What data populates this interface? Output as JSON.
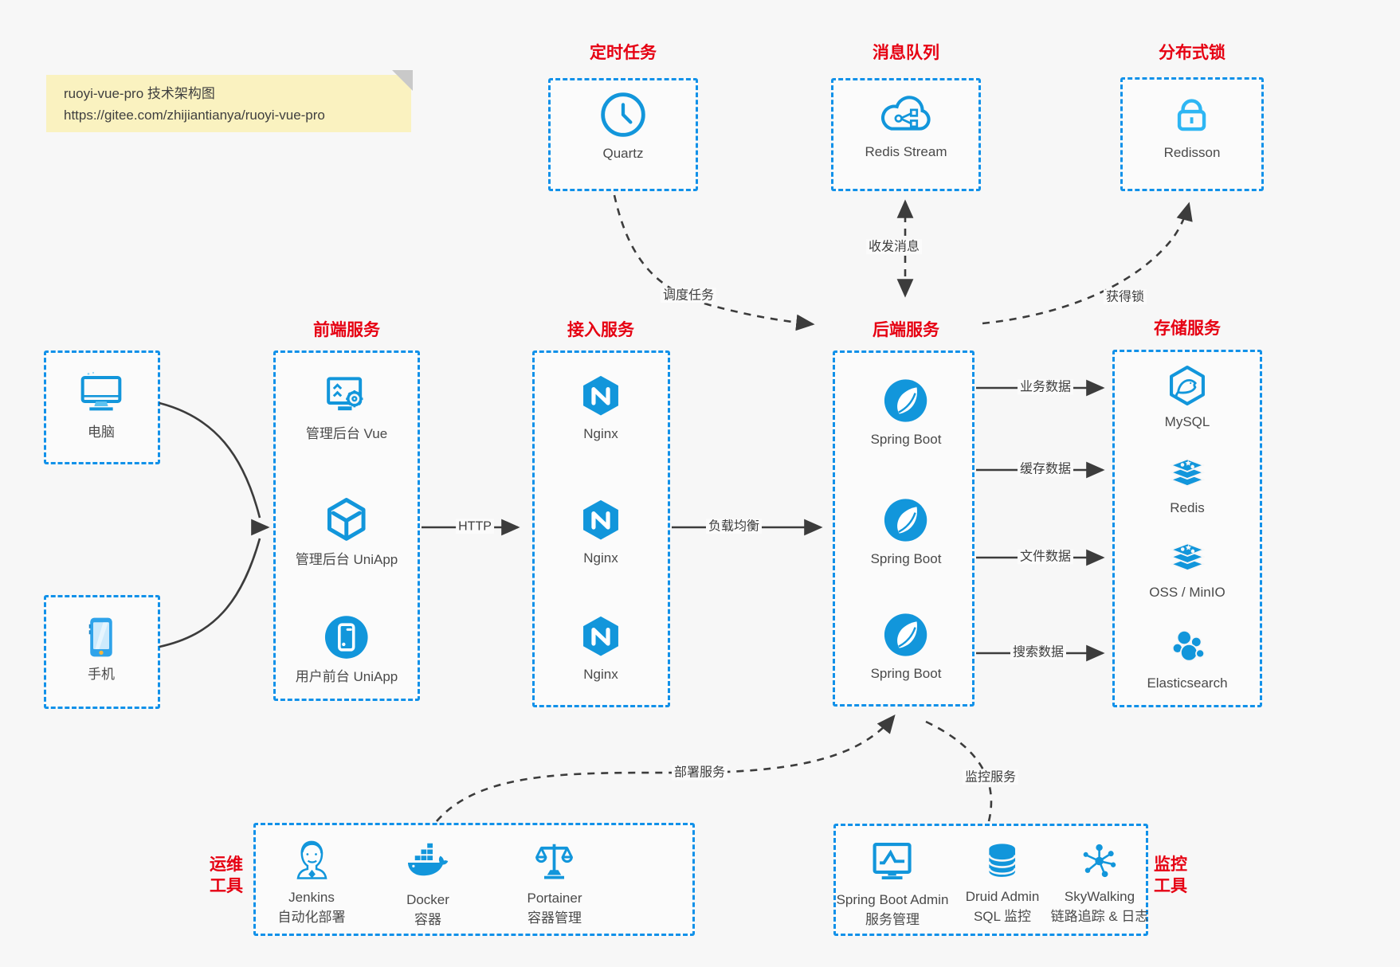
{
  "colors": {
    "background": "#f7f7f7",
    "accent_blue": "#1296db",
    "border_blue": "#1191e9",
    "title_red": "#e60012",
    "arrow_dark": "#3c3c3c",
    "note_yellow": "#faf2c0",
    "lock_cyan": "#2eb6f3"
  },
  "note": {
    "line1": "ruoyi-vue-pro 技术架构图",
    "line2": "https://gitee.com/zhijiantianya/ruoyi-vue-pro"
  },
  "top": {
    "scheduler": {
      "title": "定时任务",
      "label": "Quartz",
      "icon": "clock-icon"
    },
    "mq": {
      "title": "消息队列",
      "label": "Redis Stream",
      "icon": "cloud-mq-icon"
    },
    "lock": {
      "title": "分布式锁",
      "label": "Redisson",
      "icon": "lock-icon"
    }
  },
  "clients": {
    "pc": {
      "label": "电脑",
      "icon": "desktop-icon"
    },
    "mobile": {
      "label": "手机",
      "icon": "smartphone-icon"
    }
  },
  "columns": {
    "frontend": {
      "title": "前端服务",
      "items": [
        {
          "label": "管理后台 Vue",
          "icon": "vue-admin-icon"
        },
        {
          "label": "管理后台 UniApp",
          "icon": "uniapp-cube-icon"
        },
        {
          "label": "用户前台 UniApp",
          "icon": "uniapp-user-icon"
        }
      ]
    },
    "gateway": {
      "title": "接入服务",
      "items": [
        {
          "label": "Nginx",
          "icon": "nginx-icon"
        },
        {
          "label": "Nginx",
          "icon": "nginx-icon"
        },
        {
          "label": "Nginx",
          "icon": "nginx-icon"
        }
      ]
    },
    "backend": {
      "title": "后端服务",
      "items": [
        {
          "label": "Spring Boot",
          "icon": "spring-boot-icon"
        },
        {
          "label": "Spring Boot",
          "icon": "spring-boot-icon"
        },
        {
          "label": "Spring Boot",
          "icon": "spring-boot-icon"
        }
      ]
    },
    "storage": {
      "title": "存储服务",
      "items": [
        {
          "label": "MySQL",
          "icon": "mysql-icon"
        },
        {
          "label": "Redis",
          "icon": "redis-icon"
        },
        {
          "label": "OSS / MinIO",
          "icon": "oss-icon"
        },
        {
          "label": "Elasticsearch",
          "icon": "elasticsearch-icon"
        }
      ]
    }
  },
  "bottom": {
    "ops": {
      "title_line1": "运维",
      "title_line2": "工具",
      "items": [
        {
          "line1": "Jenkins",
          "line2": "自动化部署",
          "icon": "jenkins-icon"
        },
        {
          "line1": "Docker",
          "line2": "容器",
          "icon": "docker-icon"
        },
        {
          "line1": "Portainer",
          "line2": "容器管理",
          "icon": "portainer-icon"
        }
      ]
    },
    "monitoring": {
      "title_line1": "监控",
      "title_line2": "工具",
      "items": [
        {
          "line1": "Spring Boot Admin",
          "line2": "服务管理",
          "icon": "spring-boot-admin-icon"
        },
        {
          "line1": "Druid Admin",
          "line2": "SQL 监控",
          "icon": "druid-icon"
        },
        {
          "line1": "SkyWalking",
          "line2": "链路追踪 & 日志",
          "icon": "skywalking-icon"
        }
      ]
    }
  },
  "edges": {
    "http": "HTTP",
    "load_balance": "负载均衡",
    "business_data": "业务数据",
    "cache_data": "缓存数据",
    "file_data": "文件数据",
    "search_data": "搜索数据",
    "schedule_task": "调度任务",
    "send_receive_msg": "收发消息",
    "acquire_lock": "获得锁",
    "deploy_service": "部署服务",
    "monitor_service": "监控服务"
  }
}
